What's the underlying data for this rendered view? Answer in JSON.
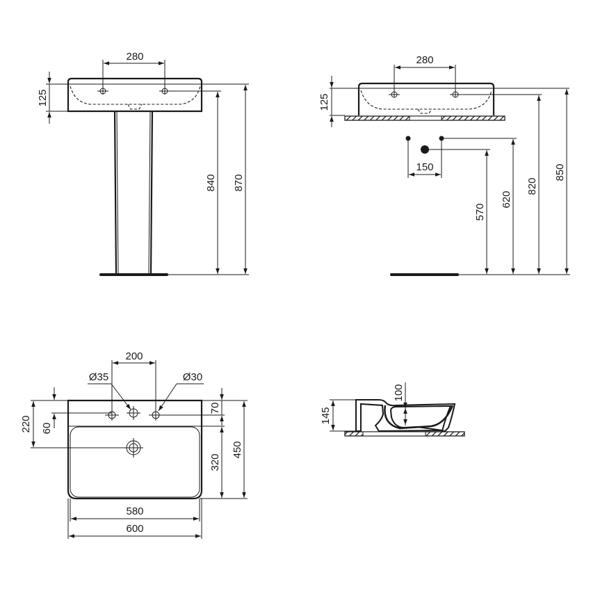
{
  "views": {
    "pedestal_front": {
      "tap_spacing": "280",
      "basin_height": "125",
      "tap_height": "840",
      "total_height": "870"
    },
    "countertop_front": {
      "tap_spacing": "280",
      "basin_height": "125",
      "waste_spacing": "150",
      "waste_height": "570",
      "supply_height": "620",
      "tap_height": "820",
      "total_height": "850"
    },
    "plan": {
      "tap_hole_spacing": "200",
      "tap_hole_diameter_1": "Ø35",
      "tap_hole_diameter_2": "Ø30",
      "deck_depth": "70",
      "tap_hole_offset": "60",
      "waste_offset": "220",
      "bowl_depth": "320",
      "total_depth": "450",
      "bowl_width": "580",
      "total_width": "600"
    },
    "side": {
      "overall_height": "145",
      "bowl_depth": "100"
    }
  },
  "colors": {
    "line": "#1a1a1a",
    "background": "#ffffff"
  }
}
